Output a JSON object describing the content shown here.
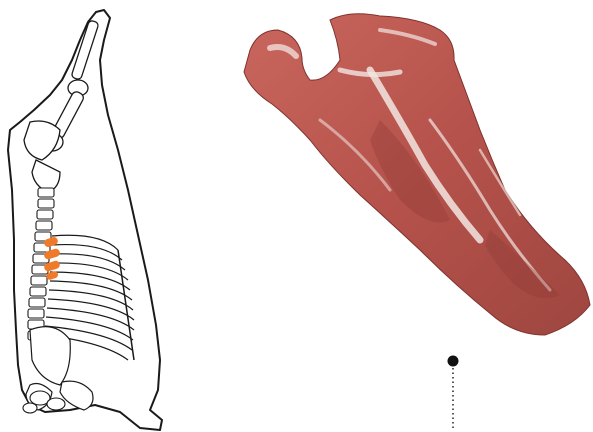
{
  "colors": {
    "outline": "#1a1a1a",
    "bone_fill": "#ffffff",
    "highlight": "#ef7a2a",
    "meat_base": "#b5524b",
    "meat_dark": "#8e3a35",
    "meat_light": "#d98a80",
    "fat": "#f3e6e2",
    "marker": "#111111"
  },
  "icons": {
    "carcass": "half-carcass-skeleton-diagram",
    "cut": "beef-cut-photo",
    "marker": "dotted-pointer-marker"
  }
}
